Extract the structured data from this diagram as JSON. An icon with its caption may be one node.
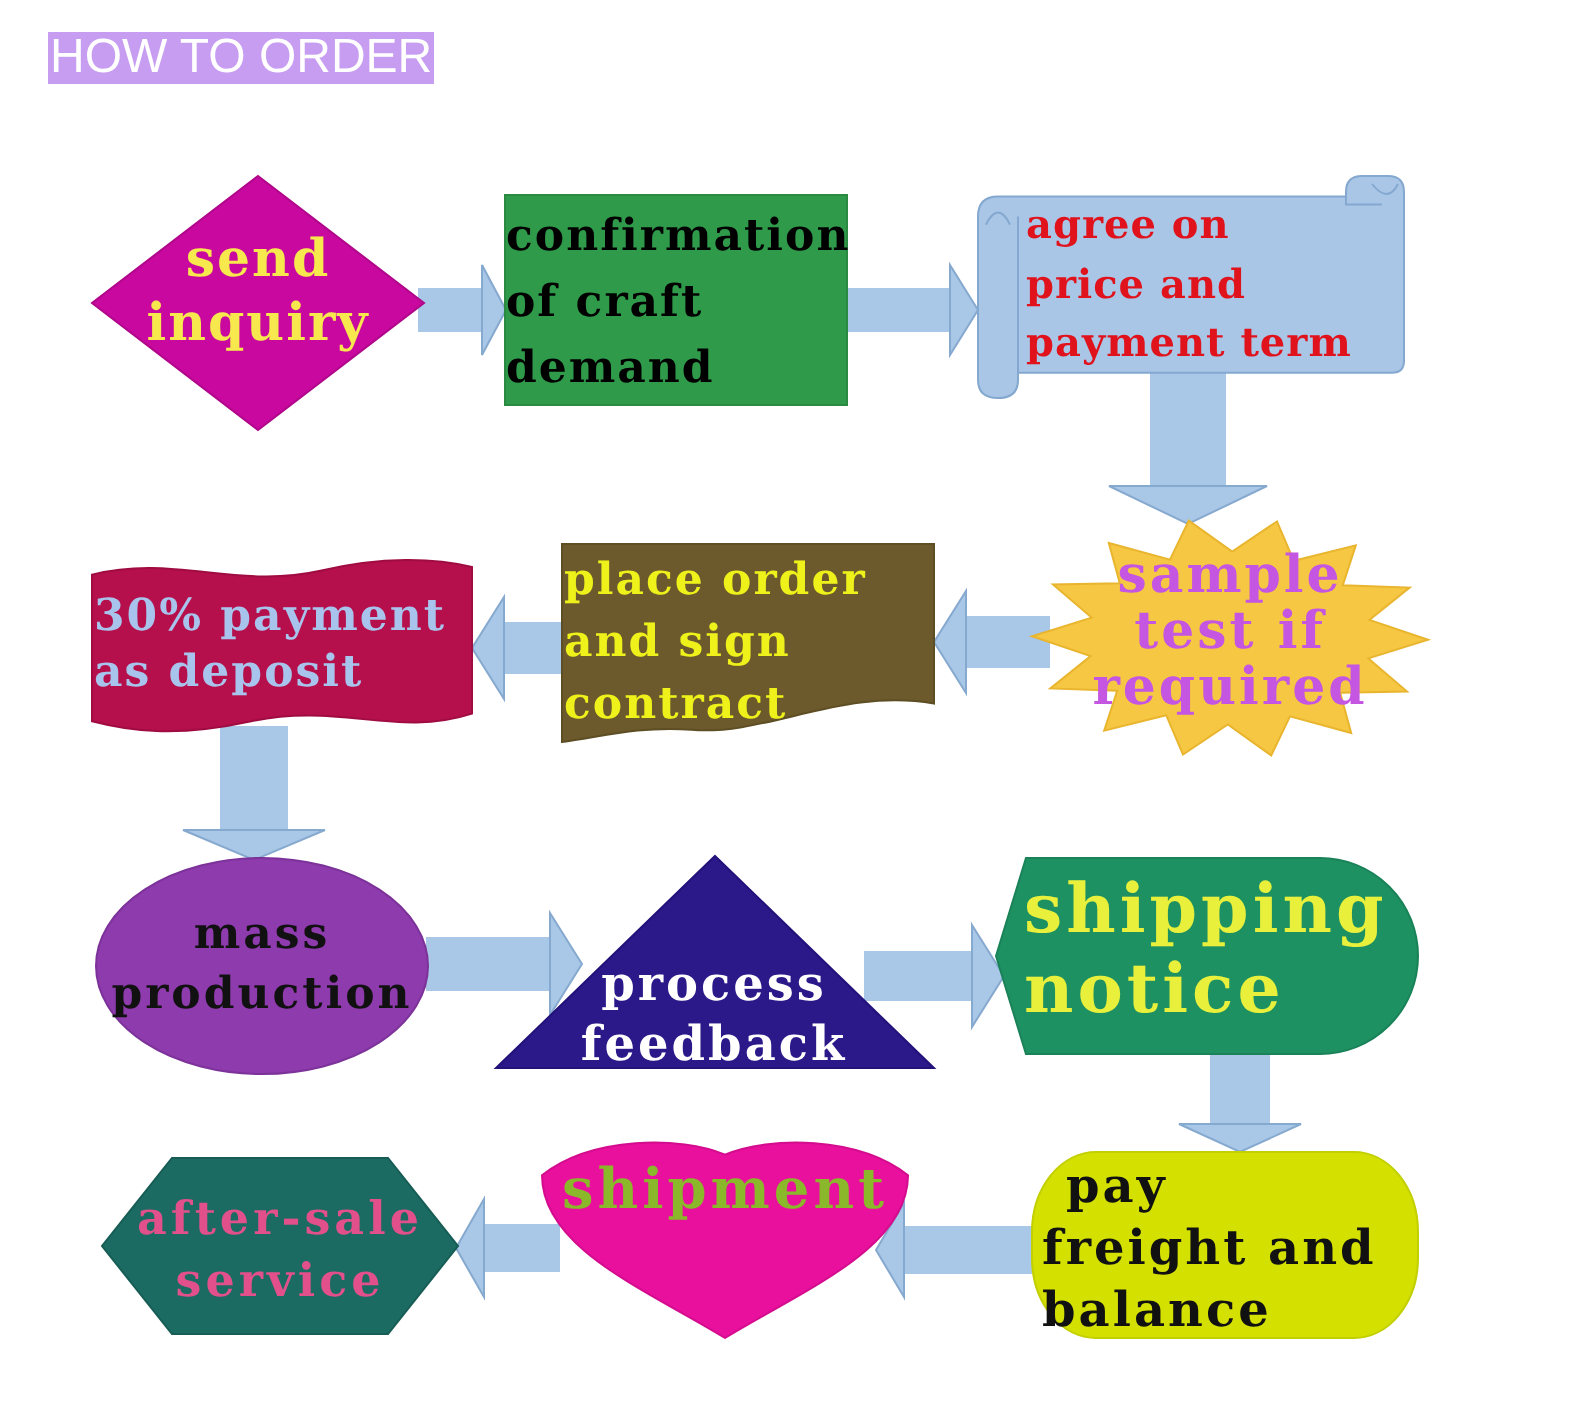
{
  "diagram": {
    "title": "HOW TO ORDER",
    "nodes": [
      {
        "text": [
          "send inquiry"
        ]
      },
      {
        "text": [
          "confirmation of craft demand"
        ]
      },
      {
        "text": [
          "agree on price and payment term"
        ]
      },
      {
        "text": [
          "sample test if required"
        ]
      },
      {
        "text": [
          "place order and sign contract"
        ]
      },
      {
        "text": [
          "30% payment as deposit"
        ]
      },
      {
        "text": [
          "mass production"
        ]
      },
      {
        "text": [
          "process feedback"
        ]
      },
      {
        "text": [
          "shipping notice"
        ]
      },
      {
        "text": [
          "pay freight and balance"
        ]
      },
      {
        "text": [
          "shipment"
        ]
      },
      {
        "text": [
          "after-sale service"
        ]
      }
    ],
    "edges": [
      {
        "from": 0,
        "to": 1,
        "arrow": "to"
      },
      {
        "from": 1,
        "to": 2,
        "arrow": "to"
      },
      {
        "from": 2,
        "to": 3,
        "arrow": "to"
      },
      {
        "from": 3,
        "to": 4,
        "arrow": "to"
      },
      {
        "from": 4,
        "to": 5,
        "arrow": "to"
      },
      {
        "from": 5,
        "to": 6,
        "arrow": "to"
      },
      {
        "from": 6,
        "to": 7,
        "arrow": "to"
      },
      {
        "from": 7,
        "to": 8,
        "arrow": "to"
      },
      {
        "from": 8,
        "to": 9,
        "arrow": "to"
      },
      {
        "from": 9,
        "to": 10,
        "arrow": "to"
      },
      {
        "from": 10,
        "to": 11,
        "arrow": "to"
      }
    ]
  }
}
